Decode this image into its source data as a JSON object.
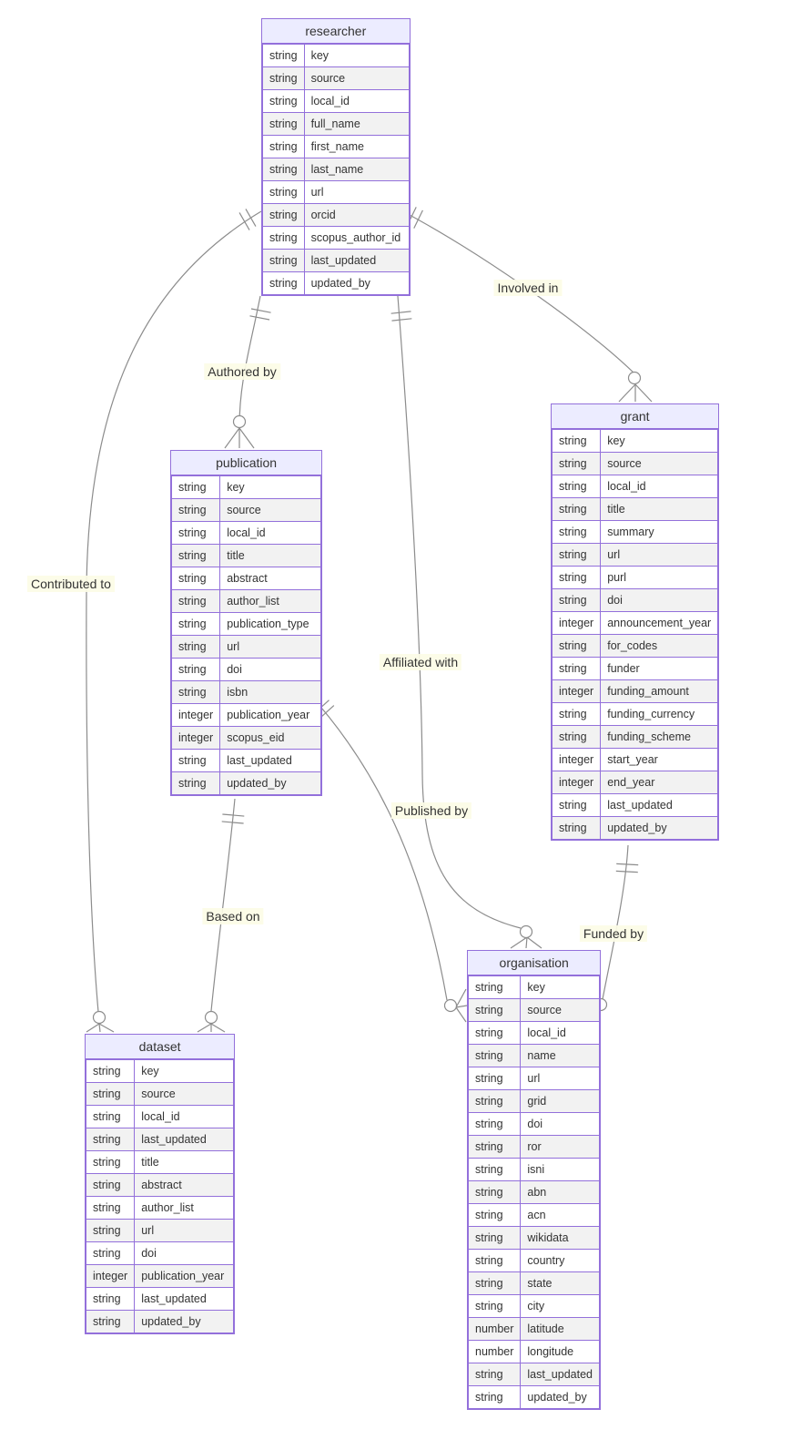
{
  "diagram": {
    "kind": "entity-relationship-diagram",
    "entities": [
      {
        "id": "researcher",
        "title": "researcher",
        "attributes": [
          {
            "type": "string",
            "name": "key"
          },
          {
            "type": "string",
            "name": "source"
          },
          {
            "type": "string",
            "name": "local_id"
          },
          {
            "type": "string",
            "name": "full_name"
          },
          {
            "type": "string",
            "name": "first_name"
          },
          {
            "type": "string",
            "name": "last_name"
          },
          {
            "type": "string",
            "name": "url"
          },
          {
            "type": "string",
            "name": "orcid"
          },
          {
            "type": "string",
            "name": "scopus_author_id"
          },
          {
            "type": "string",
            "name": "last_updated"
          },
          {
            "type": "string",
            "name": "updated_by"
          }
        ]
      },
      {
        "id": "publication",
        "title": "publication",
        "attributes": [
          {
            "type": "string",
            "name": "key"
          },
          {
            "type": "string",
            "name": "source"
          },
          {
            "type": "string",
            "name": "local_id"
          },
          {
            "type": "string",
            "name": "title"
          },
          {
            "type": "string",
            "name": "abstract"
          },
          {
            "type": "string",
            "name": "author_list"
          },
          {
            "type": "string",
            "name": "publication_type"
          },
          {
            "type": "string",
            "name": "url"
          },
          {
            "type": "string",
            "name": "doi"
          },
          {
            "type": "string",
            "name": "isbn"
          },
          {
            "type": "integer",
            "name": "publication_year"
          },
          {
            "type": "integer",
            "name": "scopus_eid"
          },
          {
            "type": "string",
            "name": "last_updated"
          },
          {
            "type": "string",
            "name": "updated_by"
          }
        ]
      },
      {
        "id": "grant",
        "title": "grant",
        "attributes": [
          {
            "type": "string",
            "name": "key"
          },
          {
            "type": "string",
            "name": "source"
          },
          {
            "type": "string",
            "name": "local_id"
          },
          {
            "type": "string",
            "name": "title"
          },
          {
            "type": "string",
            "name": "summary"
          },
          {
            "type": "string",
            "name": "url"
          },
          {
            "type": "string",
            "name": "purl"
          },
          {
            "type": "string",
            "name": "doi"
          },
          {
            "type": "integer",
            "name": "announcement_year"
          },
          {
            "type": "string",
            "name": "for_codes"
          },
          {
            "type": "string",
            "name": "funder"
          },
          {
            "type": "integer",
            "name": "funding_amount"
          },
          {
            "type": "string",
            "name": "funding_currency"
          },
          {
            "type": "string",
            "name": "funding_scheme"
          },
          {
            "type": "integer",
            "name": "start_year"
          },
          {
            "type": "integer",
            "name": "end_year"
          },
          {
            "type": "string",
            "name": "last_updated"
          },
          {
            "type": "string",
            "name": "updated_by"
          }
        ]
      },
      {
        "id": "dataset",
        "title": "dataset",
        "attributes": [
          {
            "type": "string",
            "name": "key"
          },
          {
            "type": "string",
            "name": "source"
          },
          {
            "type": "string",
            "name": "local_id"
          },
          {
            "type": "string",
            "name": "last_updated"
          },
          {
            "type": "string",
            "name": "title"
          },
          {
            "type": "string",
            "name": "abstract"
          },
          {
            "type": "string",
            "name": "author_list"
          },
          {
            "type": "string",
            "name": "url"
          },
          {
            "type": "string",
            "name": "doi"
          },
          {
            "type": "integer",
            "name": "publication_year"
          },
          {
            "type": "string",
            "name": "last_updated"
          },
          {
            "type": "string",
            "name": "updated_by"
          }
        ]
      },
      {
        "id": "organisation",
        "title": "organisation",
        "attributes": [
          {
            "type": "string",
            "name": "key"
          },
          {
            "type": "string",
            "name": "source"
          },
          {
            "type": "string",
            "name": "local_id"
          },
          {
            "type": "string",
            "name": "name"
          },
          {
            "type": "string",
            "name": "url"
          },
          {
            "type": "string",
            "name": "grid"
          },
          {
            "type": "string",
            "name": "doi"
          },
          {
            "type": "string",
            "name": "ror"
          },
          {
            "type": "string",
            "name": "isni"
          },
          {
            "type": "string",
            "name": "abn"
          },
          {
            "type": "string",
            "name": "acn"
          },
          {
            "type": "string",
            "name": "wikidata"
          },
          {
            "type": "string",
            "name": "country"
          },
          {
            "type": "string",
            "name": "state"
          },
          {
            "type": "string",
            "name": "city"
          },
          {
            "type": "number",
            "name": "latitude"
          },
          {
            "type": "number",
            "name": "longitude"
          },
          {
            "type": "string",
            "name": "last_updated"
          },
          {
            "type": "string",
            "name": "updated_by"
          }
        ]
      }
    ],
    "relationships": [
      {
        "label": "Authored by",
        "from": "researcher",
        "to": "publication",
        "from_cardinality": "exactly one",
        "to_cardinality": "zero or many"
      },
      {
        "label": "Involved in",
        "from": "researcher",
        "to": "grant",
        "from_cardinality": "exactly one",
        "to_cardinality": "zero or many"
      },
      {
        "label": "Contributed to",
        "from": "researcher",
        "to": "dataset",
        "from_cardinality": "exactly one",
        "to_cardinality": "zero or many"
      },
      {
        "label": "Affiliated with",
        "from": "researcher",
        "to": "organisation",
        "from_cardinality": "exactly one",
        "to_cardinality": "zero or many"
      },
      {
        "label": "Published by",
        "from": "publication",
        "to": "organisation",
        "from_cardinality": "exactly one",
        "to_cardinality": "zero or many"
      },
      {
        "label": "Based on",
        "from": "publication",
        "to": "dataset",
        "from_cardinality": "exactly one",
        "to_cardinality": "zero or many"
      },
      {
        "label": "Funded by",
        "from": "grant",
        "to": "organisation",
        "from_cardinality": "exactly one",
        "to_cardinality": "zero or many"
      }
    ],
    "colors": {
      "entity_header_bg": "#ECECFF",
      "entity_border": "#9370DB",
      "row_alt_bg": "#f2f2f2",
      "edge": "#8c8c8c",
      "label_bg": "#fcfce8",
      "text": "#333333"
    }
  }
}
